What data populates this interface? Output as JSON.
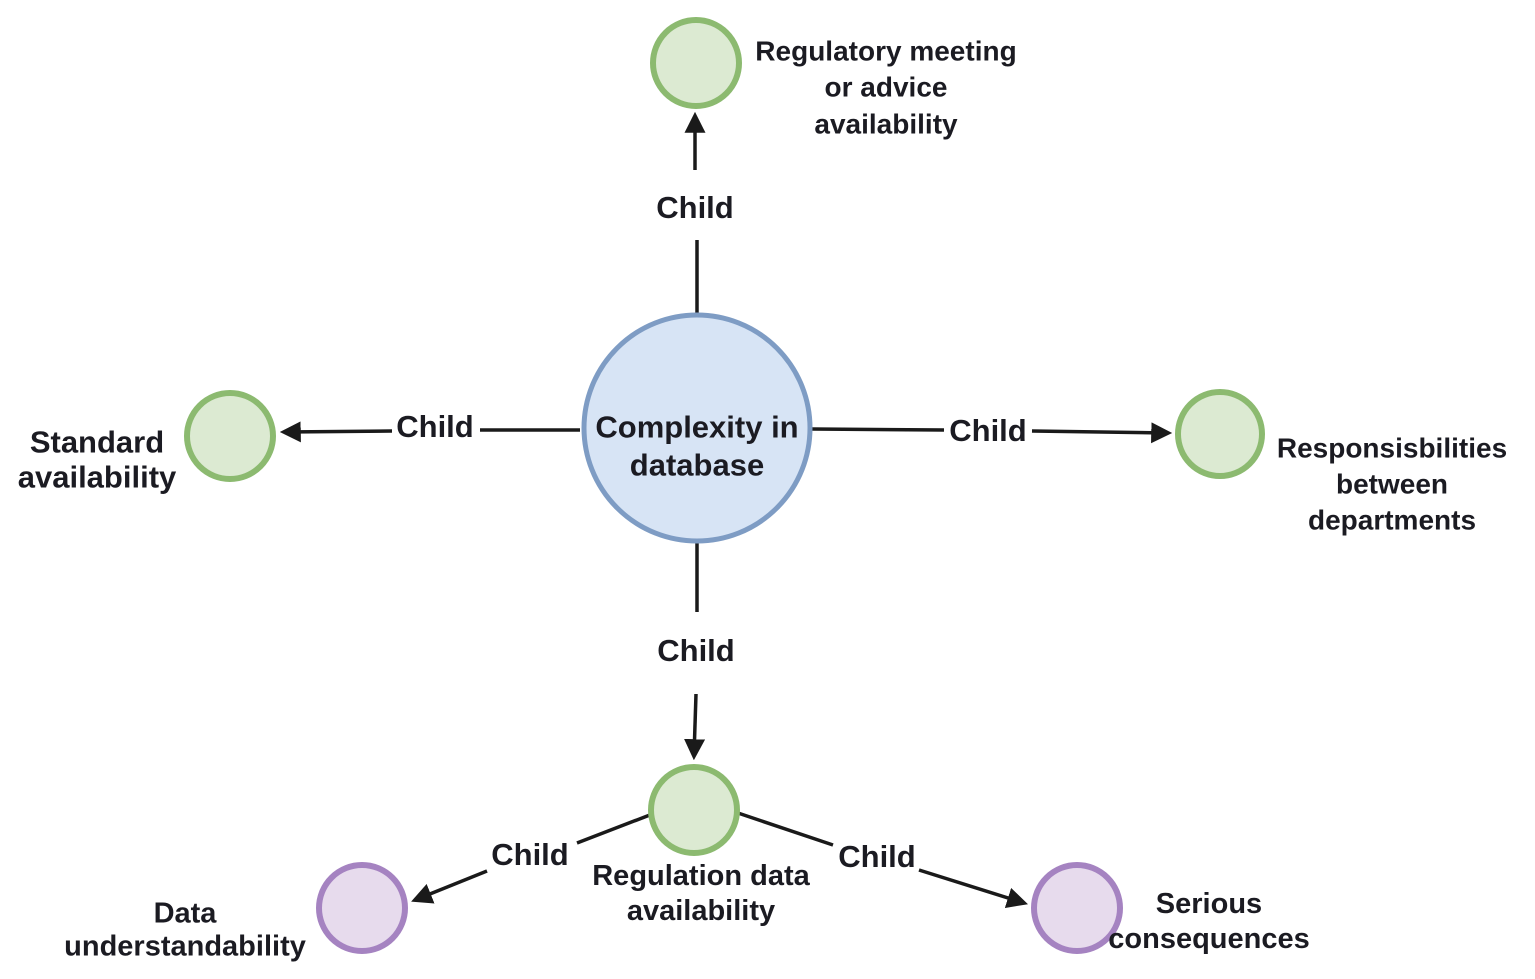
{
  "diagram": {
    "nodes": {
      "center": {
        "label": "Complexity in\ndatabase"
      },
      "top": {
        "label": "Regulatory meeting\nor advice\navailability"
      },
      "left": {
        "label": "Standard\navailability"
      },
      "right": {
        "label": "Responsisbilities\nbetween\ndepartments"
      },
      "bottom": {
        "label": "Regulation data\navailability"
      },
      "bottom_left": {
        "label": "Data\nunderstandability"
      },
      "bottom_right": {
        "label": "Serious\nconsequences"
      }
    },
    "edges": {
      "center_to_top": {
        "label": "Child"
      },
      "center_to_left": {
        "label": "Child"
      },
      "center_to_right": {
        "label": "Child"
      },
      "center_to_bottom": {
        "label": "Child"
      },
      "bottom_to_left": {
        "label": "Child"
      },
      "bottom_to_right": {
        "label": "Child"
      }
    },
    "colors": {
      "root_fill": "#d7e4f5",
      "root_stroke": "#7e9cc4",
      "green_fill": "#dcead2",
      "green_stroke": "#8cba70",
      "purple_fill": "#e7dbed",
      "purple_stroke": "#a583c1",
      "edge": "#1a1a1a",
      "text": "#1b1b22",
      "background": "#ffffff"
    }
  }
}
